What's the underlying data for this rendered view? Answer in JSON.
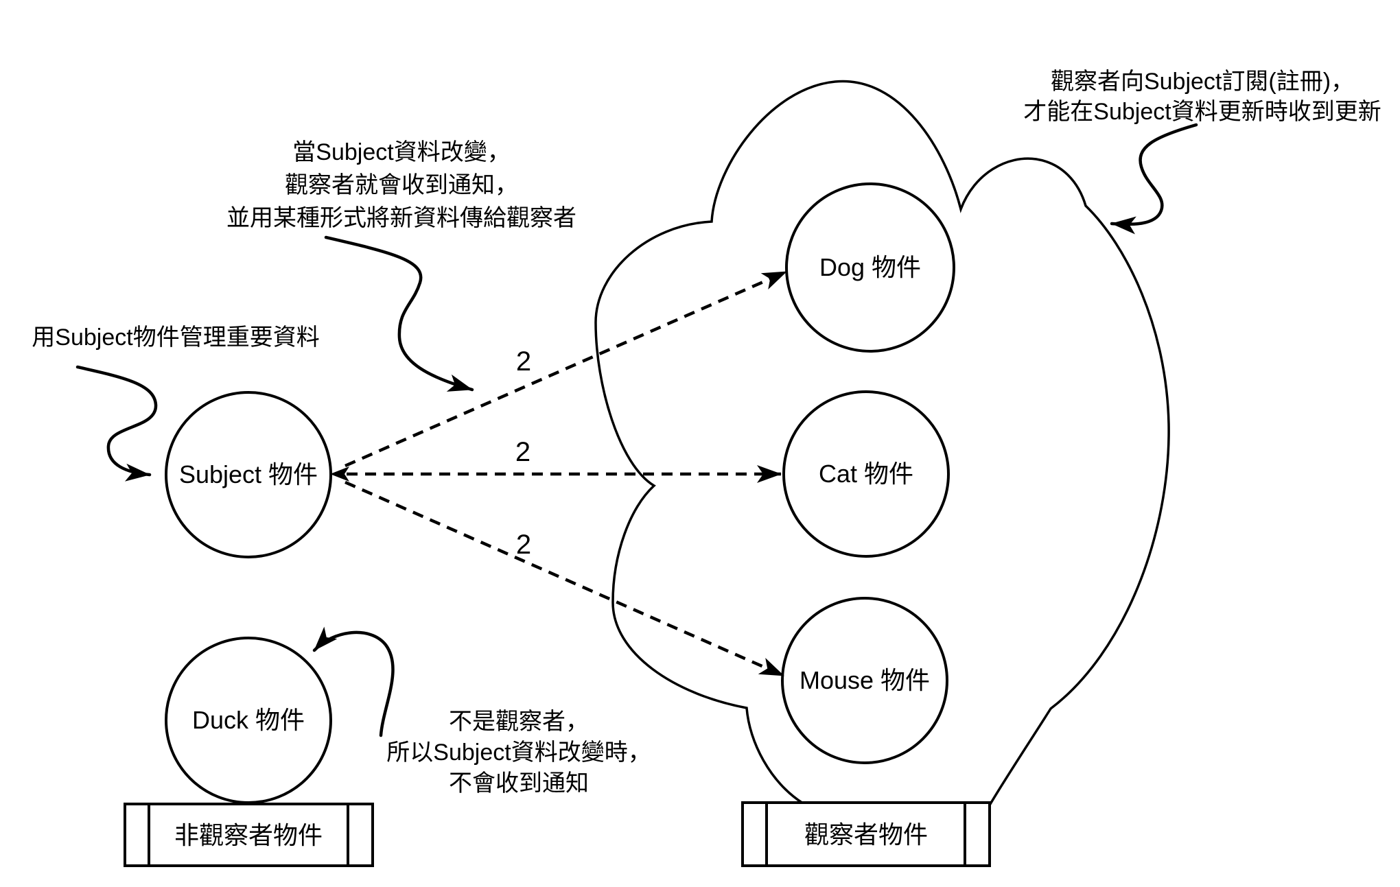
{
  "diagram": {
    "nodes": {
      "subject": "Subject 物件",
      "dog": "Dog 物件",
      "cat": "Cat 物件",
      "mouse": "Mouse 物件",
      "duck": "Duck 物件"
    },
    "group_labels": {
      "observers": "觀察者物件",
      "non_observers": "非觀察者物件"
    },
    "edge_multiplicity": "2",
    "annotations": {
      "manage_data": {
        "lines": [
          "用Subject物件管理重要資料"
        ]
      },
      "notify": {
        "lines": [
          "當Subject資料改變，",
          "觀察者就會收到通知，",
          "並用某種形式將新資料傳給觀察者"
        ]
      },
      "subscribe": {
        "lines": [
          "觀察者向Subject訂閱(註冊)，",
          "才能在Subject資料更新時收到更新"
        ]
      },
      "duck_note": {
        "lines": [
          "不是觀察者，",
          "所以Subject資料改變時，",
          "不會收到通知"
        ]
      }
    },
    "colors": {
      "ink": "#000000",
      "background": "#ffffff"
    }
  }
}
